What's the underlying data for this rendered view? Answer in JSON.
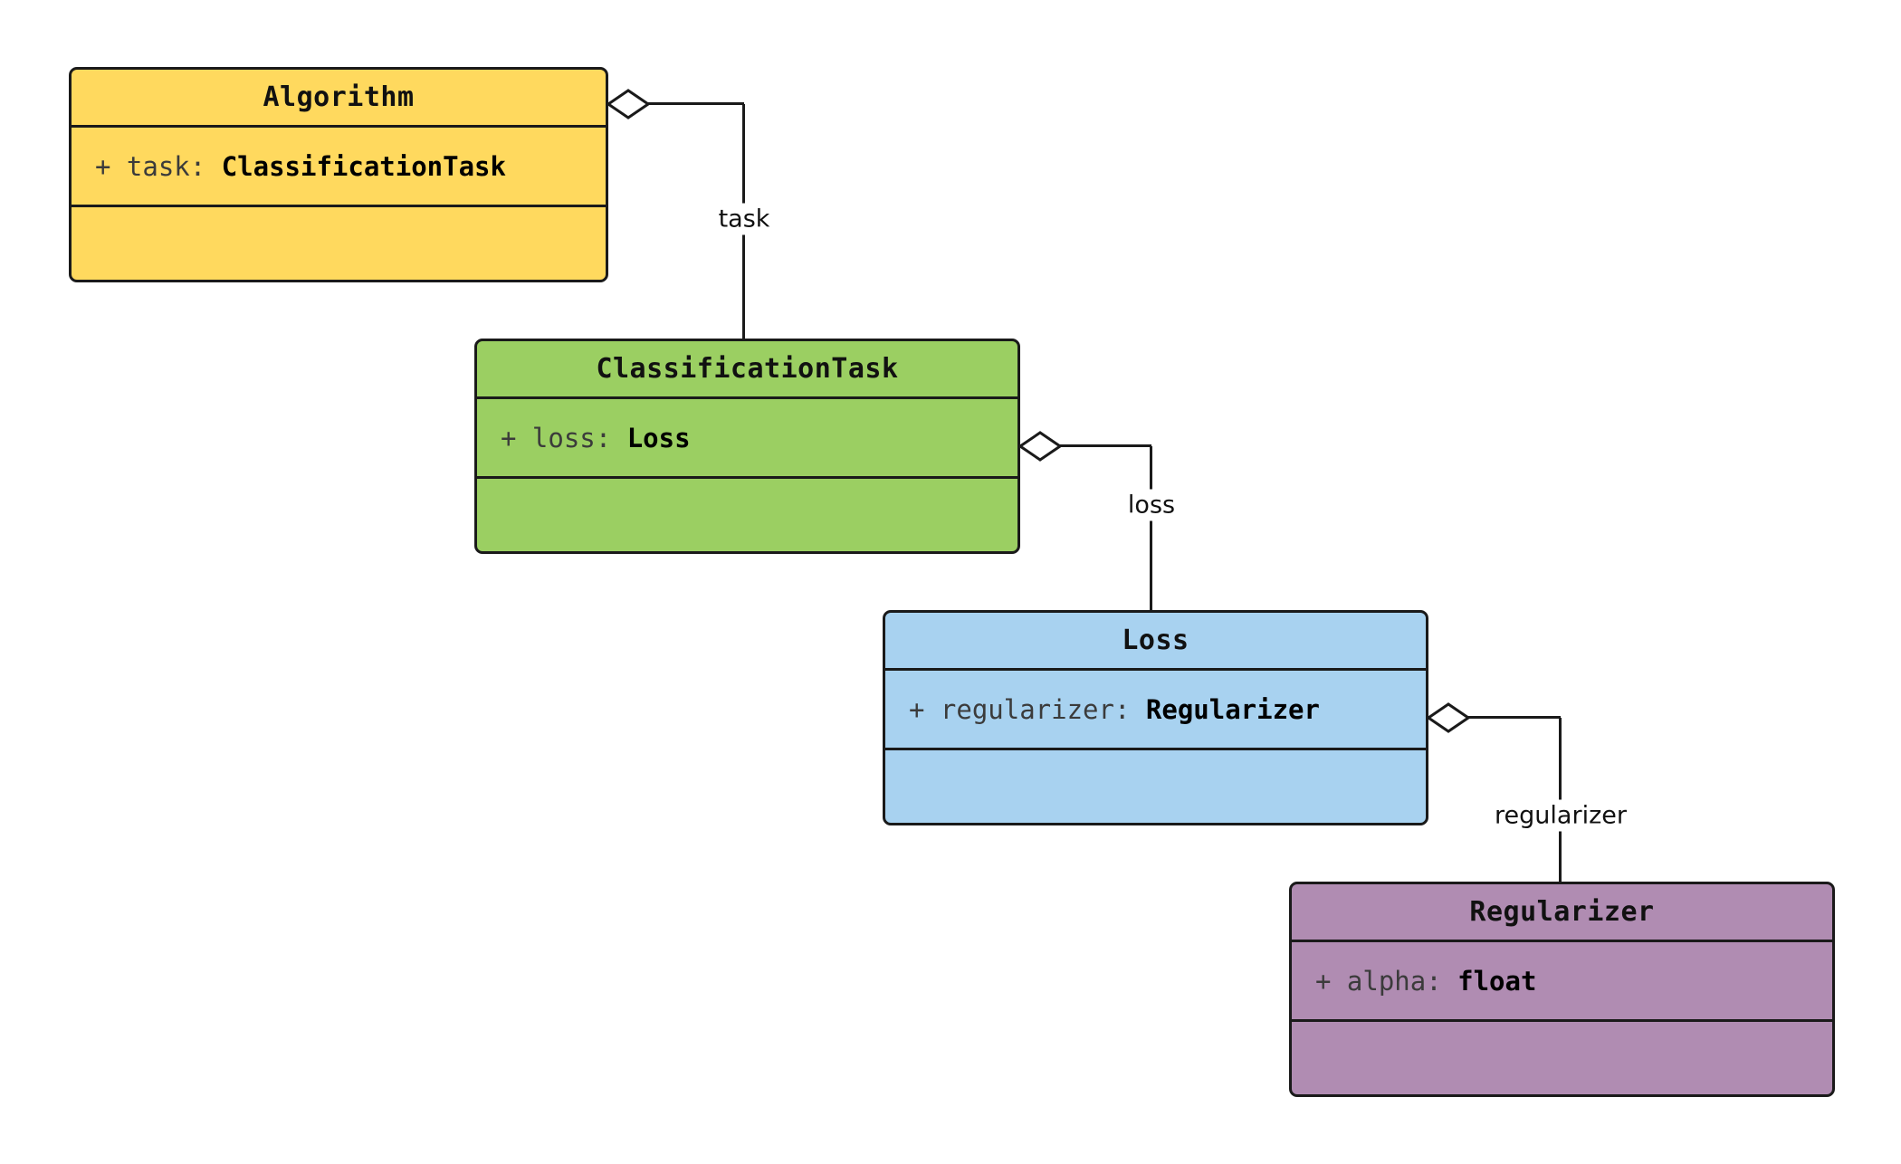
{
  "diagram": {
    "type": "uml-class-diagram",
    "classes": [
      {
        "name": "Algorithm",
        "attribute": {
          "prefix": "+ task: ",
          "type": "ClassificationTask"
        },
        "fill": "#FFD95E",
        "border": "#1a1a1a"
      },
      {
        "name": "ClassificationTask",
        "attribute": {
          "prefix": "+ loss: ",
          "type": "Loss"
        },
        "fill": "#9BCF62",
        "border": "#1a1a1a"
      },
      {
        "name": "Loss",
        "attribute": {
          "prefix": "+ regularizer: ",
          "type": "Regularizer"
        },
        "fill": "#A8D2F0",
        "border": "#1a1a1a"
      },
      {
        "name": "Regularizer",
        "attribute": {
          "prefix": "+ alpha: ",
          "type": "float"
        },
        "fill": "#B08CB2",
        "border": "#1a1a1a"
      }
    ],
    "edges": [
      {
        "from": "Algorithm",
        "to": "ClassificationTask",
        "label": "task",
        "relation": "aggregation"
      },
      {
        "from": "ClassificationTask",
        "to": "Loss",
        "label": "loss",
        "relation": "aggregation"
      },
      {
        "from": "Loss",
        "to": "Regularizer",
        "label": "regularizer",
        "relation": "aggregation"
      }
    ]
  }
}
